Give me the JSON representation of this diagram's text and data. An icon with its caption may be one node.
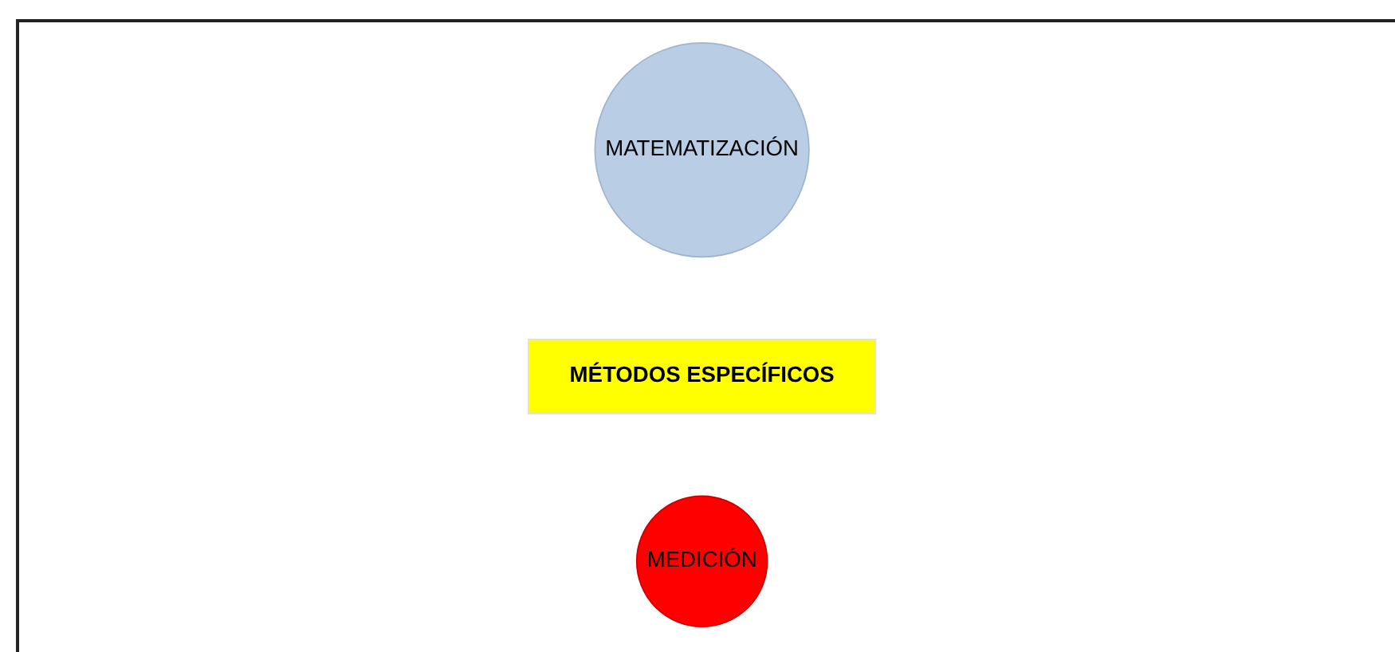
{
  "diagram": {
    "nodes": [
      {
        "text": [
          "MATEMATIZACIÓN"
        ]
      },
      {
        "text": [
          "MÉTODOS ESPECÍFICOS"
        ]
      },
      {
        "text": [
          "MEDICIÓN"
        ]
      }
    ],
    "edges": []
  }
}
